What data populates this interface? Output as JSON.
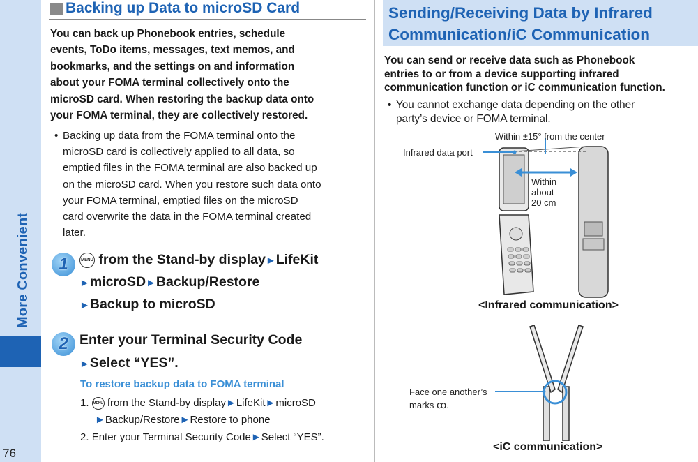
{
  "sidebar": {
    "section_label": "More Convenient",
    "page_number": "76"
  },
  "left": {
    "title": "Backing up Data to microSD Card",
    "intro_lines": [
      "You can back up Phonebook entries, schedule",
      "events, ToDo items, messages, text memos, and",
      "bookmarks, and the settings on and information",
      "about your FOMA terminal collectively onto the",
      "microSD card. When restoring the backup data onto",
      "your FOMA terminal, they are collectively restored."
    ],
    "note_bullet": "•",
    "note_lines": [
      "Backing up data from the FOMA terminal onto the",
      "microSD card is collectively applied to all data, so",
      "emptied files in the FOMA terminal are also backed up",
      "on the microSD card. When you restore such data onto",
      "your FOMA terminal, emptied files on the microSD",
      "card overwrite the data in the FOMA terminal created",
      "later."
    ],
    "menu_key": "MENU",
    "arrow": "►",
    "step1": {
      "number": "1",
      "line1_text": "from the Stand-by display",
      "line1_end": "LifeKit",
      "line2_a": "microSD",
      "line2_b": "Backup/Restore",
      "line3": "Backup to microSD"
    },
    "step2": {
      "number": "2",
      "line1": "Enter your Terminal Security Code",
      "line2": "Select “YES”."
    },
    "restore": {
      "heading": "To restore backup data to FOMA terminal",
      "item1_num": "1.",
      "item1_text": "from the Stand-by display",
      "item1_a": "LifeKit",
      "item1_b": "microSD",
      "item1_c": "Backup/Restore",
      "item1_d": "Restore to phone",
      "item2_num": "2.",
      "item2_text": "Enter your Terminal Security Code",
      "item2_end": "Select “YES”."
    }
  },
  "right": {
    "title_line1": "Sending/Receiving Data by Infrared",
    "title_line2": "Communication/iC Communication",
    "intro_lines": [
      "You can send or receive data such as Phonebook",
      "entries to or from a device supporting infrared",
      "communication function or iC communication function."
    ],
    "note_bullet": "•",
    "note_lines": [
      "You cannot exchange data depending on the other",
      "party’s device or FOMA terminal."
    ],
    "infrared": {
      "angle_label": "Within ±15° from the center",
      "port_label": "Infrared data port",
      "distance_lines": [
        "Within",
        "about",
        "20 cm"
      ],
      "caption": "<Infrared communication>"
    },
    "ic": {
      "face_line1": "Face one another’s",
      "face_line2": "marks",
      "caption": "<iC communication>"
    }
  },
  "colors": {
    "accent_blue": "#1e63b4",
    "light_blue": "#cfe0f4",
    "sub_blue": "#3a8fd6"
  }
}
